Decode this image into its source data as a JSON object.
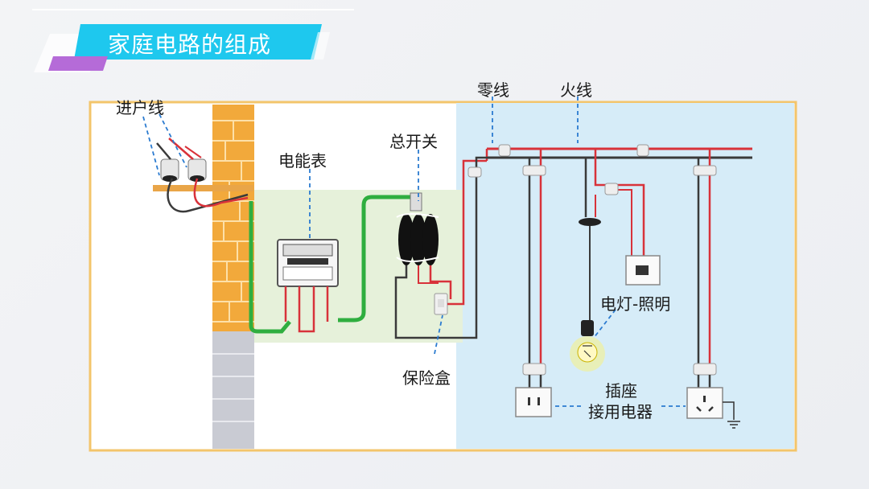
{
  "title": "家庭电路的组成",
  "labels": {
    "incoming_line": "进户线",
    "neutral_line": "零线",
    "live_line": "火线",
    "electric_meter": "电能表",
    "main_switch": "总开关",
    "fuse_box": "保险盒",
    "lamp_lighting": "电灯-照明",
    "socket": "插座",
    "appliance": "接用电器"
  },
  "colors": {
    "banner_cyan": "#1ec8ee",
    "frame_orange": "#f3c56b",
    "right_bg": "#d6ecf8",
    "left_green_bg": "#e6f1da",
    "live_wire": "#d8323a",
    "neutral_wire": "#3a3a3a",
    "green_wire": "#2fae3f",
    "brick": "#f2a93b"
  }
}
